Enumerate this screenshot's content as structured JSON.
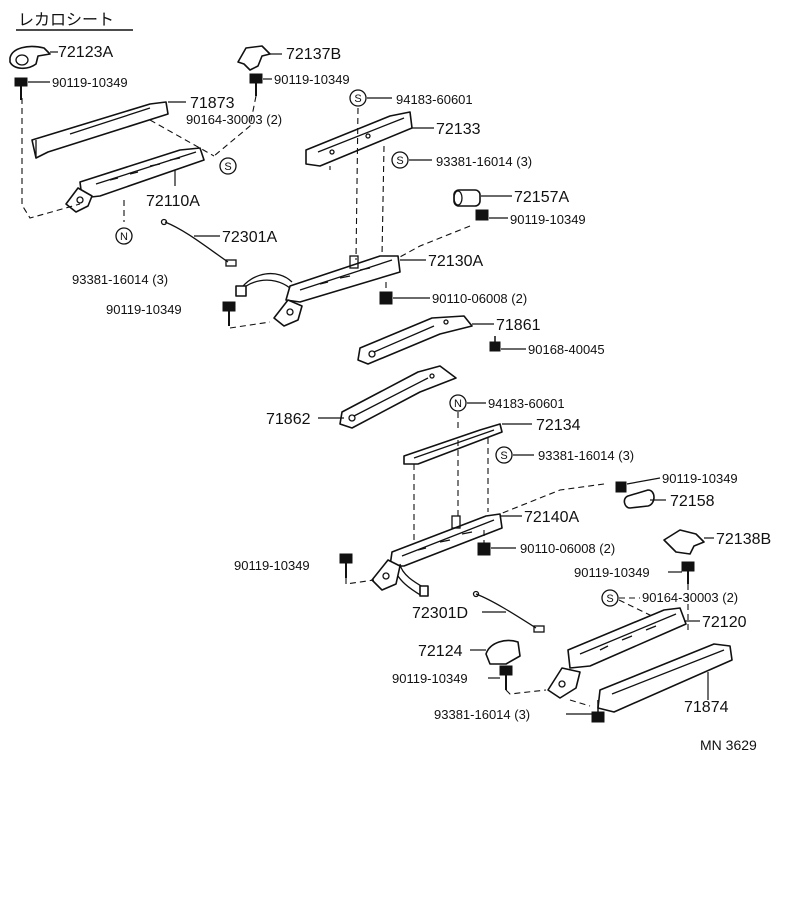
{
  "title": "レカロシート",
  "reference": "MN 3629",
  "callouts": [
    {
      "id": "c1",
      "text": "72123A"
    },
    {
      "id": "c2",
      "text": "90119-10349"
    },
    {
      "id": "c3",
      "text": "72137B"
    },
    {
      "id": "c4",
      "text": "90119-10349"
    },
    {
      "id": "c5",
      "text": "71873"
    },
    {
      "id": "c6",
      "text": "90164-30003 (2)"
    },
    {
      "id": "c7",
      "text": "72110A"
    },
    {
      "id": "c8",
      "text": "94183-60601"
    },
    {
      "id": "c9",
      "text": "72133"
    },
    {
      "id": "c10",
      "text": "93381-16014 (3)"
    },
    {
      "id": "c11",
      "text": "72157A"
    },
    {
      "id": "c12",
      "text": "90119-10349"
    },
    {
      "id": "c13",
      "text": "72301A"
    },
    {
      "id": "c14",
      "text": "93381-16014 (3)"
    },
    {
      "id": "c15",
      "text": "72130A"
    },
    {
      "id": "c16",
      "text": "90110-06008 (2)"
    },
    {
      "id": "c17",
      "text": "90119-10349"
    },
    {
      "id": "c18",
      "text": "71861"
    },
    {
      "id": "c19",
      "text": "90168-40045"
    },
    {
      "id": "c20",
      "text": "94183-60601"
    },
    {
      "id": "c21",
      "text": "71862"
    },
    {
      "id": "c22",
      "text": "72134"
    },
    {
      "id": "c23",
      "text": "93381-16014 (3)"
    },
    {
      "id": "c24",
      "text": "90119-10349"
    },
    {
      "id": "c25",
      "text": "72158"
    },
    {
      "id": "c26",
      "text": "72140A"
    },
    {
      "id": "c27",
      "text": "90110-06008 (2)"
    },
    {
      "id": "c28",
      "text": "72138B"
    },
    {
      "id": "c29",
      "text": "90119-10349"
    },
    {
      "id": "c30",
      "text": "90119-10349"
    },
    {
      "id": "c31",
      "text": "90164-30003 (2)"
    },
    {
      "id": "c32",
      "text": "72301D"
    },
    {
      "id": "c33",
      "text": "72120"
    },
    {
      "id": "c34",
      "text": "72124"
    },
    {
      "id": "c35",
      "text": "90119-10349"
    },
    {
      "id": "c36",
      "text": "71874"
    },
    {
      "id": "c37",
      "text": "93381-16014 (3)"
    }
  ],
  "markers": [
    {
      "id": "m1",
      "letter": "S"
    },
    {
      "id": "m2",
      "letter": "N"
    },
    {
      "id": "m3",
      "letter": "S"
    },
    {
      "id": "m4",
      "letter": "S"
    },
    {
      "id": "m5",
      "letter": "N"
    },
    {
      "id": "m6",
      "letter": "S"
    },
    {
      "id": "m7",
      "letter": "S"
    }
  ]
}
